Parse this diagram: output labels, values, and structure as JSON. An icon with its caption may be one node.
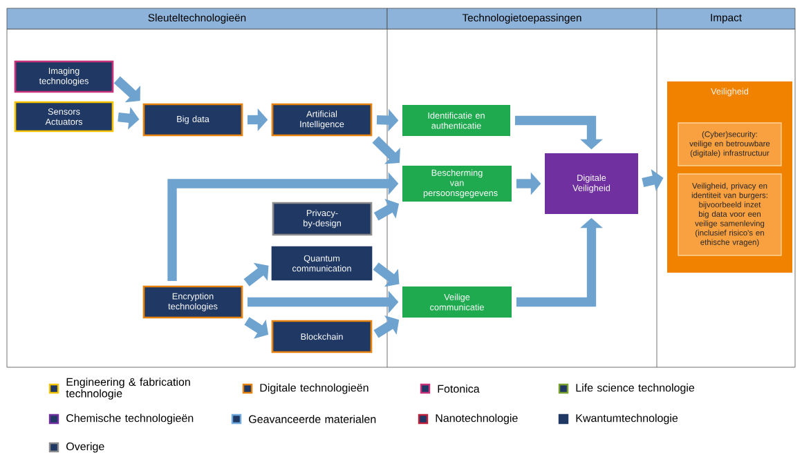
{
  "diagram": {
    "nodes": [
      {
        "text": [
          "Sleuteltechnologieën"
        ]
      },
      {
        "text": [
          "Technologietoepassingen"
        ]
      },
      {
        "text": [
          "Impact"
        ]
      },
      {
        "text": [
          "Imaging technologies"
        ]
      },
      {
        "text": [
          "Sensors Actuators"
        ]
      },
      {
        "text": [
          "Big data"
        ]
      },
      {
        "text": [
          "Artificial Intelligence"
        ]
      },
      {
        "text": [
          "Privacy-by-design"
        ]
      },
      {
        "text": [
          "Quantum communication"
        ]
      },
      {
        "text": [
          "Encryption technologies"
        ]
      },
      {
        "text": [
          "Blockchain"
        ]
      },
      {
        "text": [
          "Identificatie en authenticatie"
        ]
      },
      {
        "text": [
          "Bescherming van persoonsgegevens"
        ]
      },
      {
        "text": [
          "Veilige communicatie"
        ]
      },
      {
        "text": [
          "Digitale Veiligheid"
        ]
      },
      {
        "text": [
          "Veiligheid"
        ]
      },
      {
        "text": [
          "(Cyber)security: veilige en betrouwbare (digitale) infrastructuur"
        ],
        "in": 15
      },
      {
        "text": [
          "Veiligheid, privacy en identiteit van burgers: bijvoorbeeld inzet big data voor een veilige samenleving (inclusief risico's en ethische vragen)"
        ],
        "in": 15
      }
    ],
    "edges": [
      {
        "from": 3,
        "to": 5,
        "arrow": "to"
      },
      {
        "from": 4,
        "to": 5,
        "arrow": "to"
      },
      {
        "from": 5,
        "to": 6,
        "arrow": "to"
      },
      {
        "from": 6,
        "to": 11,
        "arrow": "to"
      },
      {
        "from": 6,
        "to": 12,
        "arrow": "to"
      },
      {
        "from": 9,
        "to": 12,
        "arrow": "to"
      },
      {
        "from": 7,
        "to": 12,
        "arrow": "to"
      },
      {
        "from": 9,
        "to": 8,
        "arrow": "to"
      },
      {
        "from": 9,
        "to": 13,
        "arrow": "to"
      },
      {
        "from": 9,
        "to": 10,
        "arrow": "to"
      },
      {
        "from": 8,
        "to": 13,
        "arrow": "to"
      },
      {
        "from": 10,
        "to": 13,
        "arrow": "to"
      },
      {
        "from": 11,
        "to": 14,
        "arrow": "to"
      },
      {
        "from": 12,
        "to": 14,
        "arrow": "to"
      },
      {
        "from": 13,
        "to": 14,
        "arrow": "to"
      },
      {
        "from": 14,
        "to": 15,
        "arrow": "to"
      }
    ],
    "legend": [
      {
        "text": "Engineering & fabrication technologie",
        "color": "#f5c400"
      },
      {
        "text": "Digitale technologieën",
        "color": "#e8820e"
      },
      {
        "text": "Fotonica",
        "color": "#c9307a"
      },
      {
        "text": "Life science technologie",
        "color": "#7aa02e"
      },
      {
        "text": "Chemische technologieën",
        "color": "#7030a0"
      },
      {
        "text": "Geavanceerde materialen",
        "color": "#6fa8dc"
      },
      {
        "text": "Nanotechnologie",
        "color": "#c0203a"
      },
      {
        "text": "Kwantumtechnologie",
        "color": "#1f3864"
      },
      {
        "text": "Overige",
        "color": "#8c8c8c"
      }
    ]
  }
}
